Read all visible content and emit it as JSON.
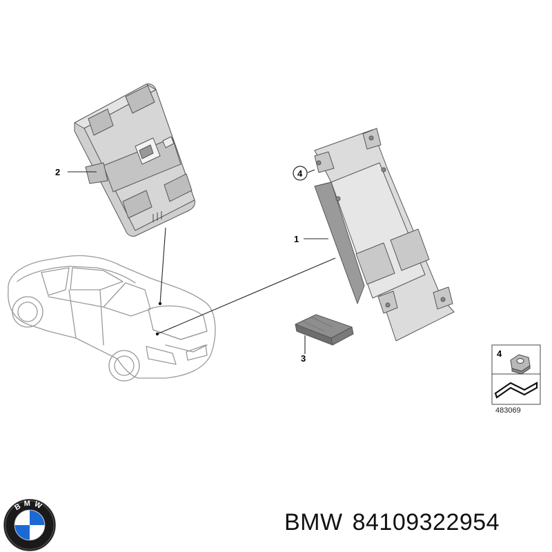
{
  "diagram": {
    "callouts": {
      "part_1": "1",
      "part_2": "2",
      "part_3": "3",
      "part_4": "4"
    },
    "legend": {
      "item_number": "4",
      "ref_number": "483069"
    }
  },
  "footer": {
    "brand": "BMW",
    "part_number": "84109322954"
  },
  "logo": {
    "lettering": "BMW",
    "colors": {
      "blue": "#1c69d4",
      "white": "#ffffff",
      "ring": "#1a1a1a"
    }
  }
}
